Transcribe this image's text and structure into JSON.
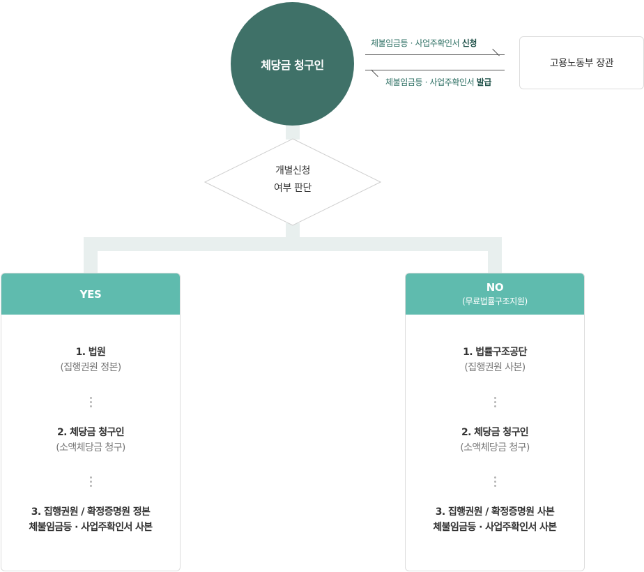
{
  "center": {
    "label": "체당금 청구인"
  },
  "arrows": {
    "request": {
      "text": "체불임금등 · 사업주확인서 ",
      "bold": "신청"
    },
    "issue": {
      "text": "체불임금등 · 사업주확인서 ",
      "bold": "발급"
    }
  },
  "ministry": {
    "label": "고용노동부 장관"
  },
  "decision": {
    "line1": "개별신청",
    "line2": "여부 판단"
  },
  "yes": {
    "title": "YES",
    "items": [
      {
        "main": "1. 법원",
        "sub": "(집행권원 정본)"
      },
      {
        "main": "2. 체당금 청구인",
        "sub": "(소액체당금 청구)"
      },
      {
        "main": "3. 집행권원 / 확정증명원 정본",
        "main2": "체불임금등 · 사업주확인서 사본"
      }
    ]
  },
  "no": {
    "title": "NO",
    "subtitle": "(무료법률구조지원)",
    "items": [
      {
        "main": "1. 법률구조공단",
        "sub": "(집행권원 사본)"
      },
      {
        "main": "2. 체당금 청구인",
        "sub": "(소액체당금 청구)"
      },
      {
        "main": "3. 집행권원 / 확정증명원 사본",
        "main2": "체불임금등 · 사업주확인서 사본"
      }
    ]
  },
  "colors": {
    "circle": "#3f7168",
    "header": "#5fbbae",
    "connector": "#e8efee",
    "arrow_text": "#2d6f63"
  }
}
